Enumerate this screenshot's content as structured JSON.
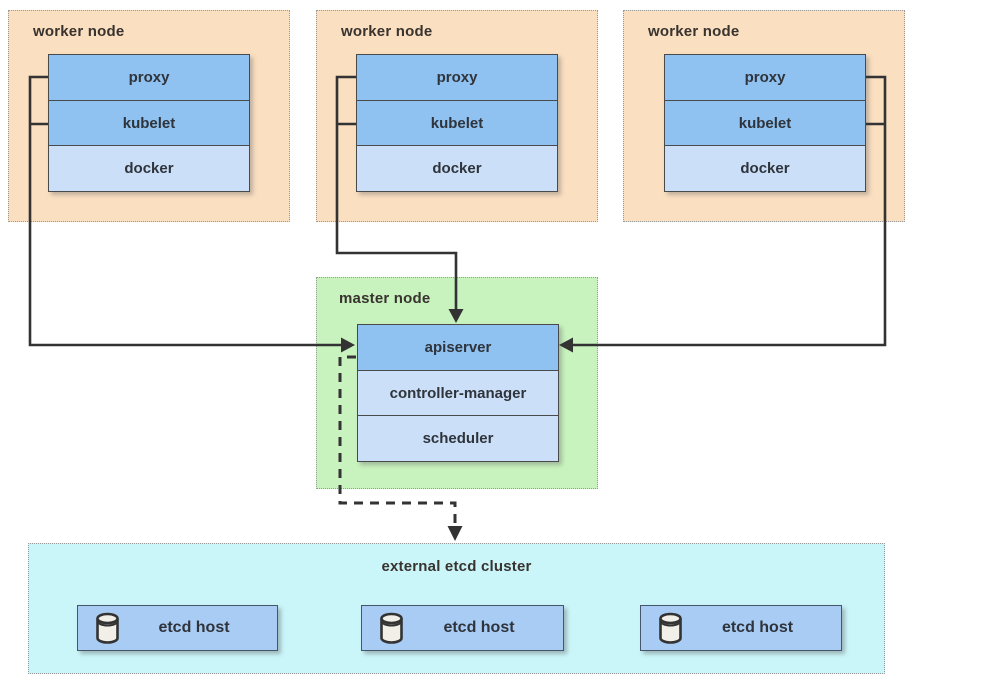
{
  "workers": [
    {
      "title": "worker node",
      "components": {
        "proxy": "proxy",
        "kubelet": "kubelet",
        "docker": "docker"
      }
    },
    {
      "title": "worker node",
      "components": {
        "proxy": "proxy",
        "kubelet": "kubelet",
        "docker": "docker"
      }
    },
    {
      "title": "worker node",
      "components": {
        "proxy": "proxy",
        "kubelet": "kubelet",
        "docker": "docker"
      }
    }
  ],
  "master": {
    "title": "master node",
    "components": {
      "apiserver": "apiserver",
      "controller_manager": "controller-manager",
      "scheduler": "scheduler"
    }
  },
  "etcd_cluster": {
    "title": "external etcd cluster",
    "hosts": [
      "etcd host",
      "etcd host",
      "etcd host"
    ]
  },
  "colors": {
    "worker_bg": "#fbdfc1",
    "master_bg": "#c8f2be",
    "etcd_bg": "#caf6fa",
    "comp_blue": "#8fc2f0",
    "comp_light_blue": "#cbe0f8",
    "etcd_host_bg": "#a9ccf4",
    "line_color": "#333333",
    "text_color": "#38332f"
  }
}
